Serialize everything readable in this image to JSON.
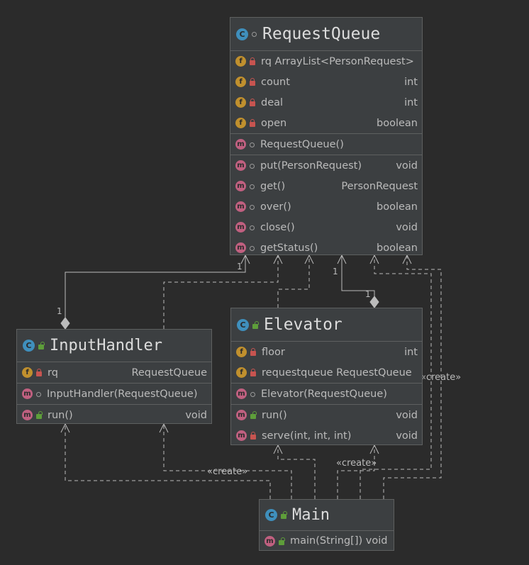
{
  "classes": {
    "request_queue": {
      "name": "RequestQueue",
      "fields": [
        {
          "name": "rq ArrayList<PersonRequest>",
          "type": ""
        },
        {
          "name": "count",
          "type": "int"
        },
        {
          "name": "deal",
          "type": "int"
        },
        {
          "name": "open",
          "type": "boolean"
        }
      ],
      "constructors": [
        {
          "name": "RequestQueue()",
          "type": ""
        }
      ],
      "methods": [
        {
          "name": "put(PersonRequest)",
          "type": "void"
        },
        {
          "name": "get()",
          "type": "PersonRequest"
        },
        {
          "name": "over()",
          "type": "boolean"
        },
        {
          "name": "close()",
          "type": "void"
        },
        {
          "name": "getStatus()",
          "type": "boolean"
        }
      ]
    },
    "input_handler": {
      "name": "InputHandler",
      "fields": [
        {
          "name": "rq",
          "type": "RequestQueue"
        }
      ],
      "constructors": [
        {
          "name": "InputHandler(RequestQueue)",
          "type": ""
        }
      ],
      "methods": [
        {
          "name": "run()",
          "type": "void"
        }
      ]
    },
    "elevator": {
      "name": "Elevator",
      "fields": [
        {
          "name": "floor",
          "type": "int"
        },
        {
          "name": "requestqueue RequestQueue",
          "type": ""
        }
      ],
      "constructors": [
        {
          "name": "Elevator(RequestQueue)",
          "type": ""
        }
      ],
      "methods": [
        {
          "name": "run()",
          "type": "void"
        },
        {
          "name": "serve(int, int, int)",
          "type": "void"
        }
      ]
    },
    "main": {
      "name": "Main",
      "methods": [
        {
          "name": "main(String[]) void",
          "type": ""
        }
      ]
    }
  },
  "labels": {
    "create_left": "«create»",
    "create_mid": "«create»",
    "create_right": "«create»",
    "mult_ih_top": "1",
    "mult_ih_bottom": "1",
    "mult_el_top": "1",
    "mult_el_bottom": "1"
  },
  "icons": {
    "class": "C",
    "field": "f",
    "method": "m"
  },
  "colors": {
    "background": "#2b2b2b",
    "box": "#3c3f41",
    "line": "#bbbbbb"
  }
}
